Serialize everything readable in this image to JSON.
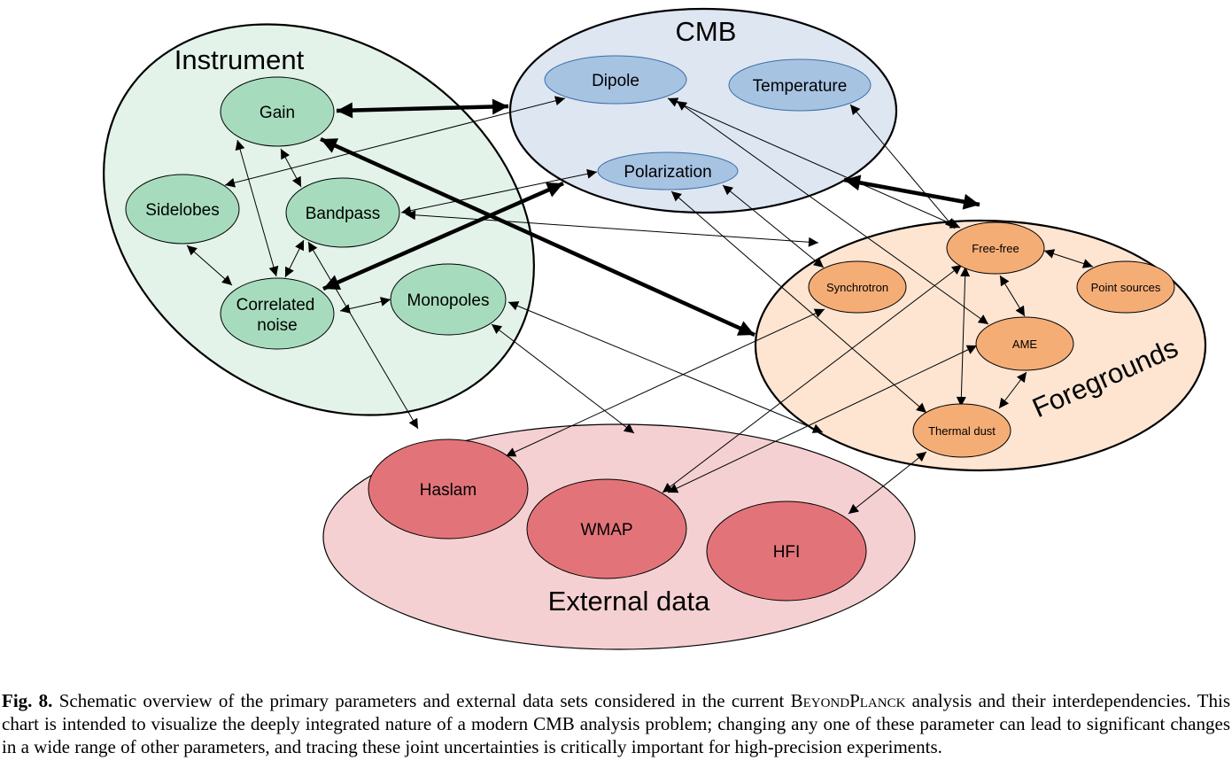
{
  "groups": {
    "instrument": "Instrument",
    "cmb": "CMB",
    "foregrounds": "Foregrounds",
    "external": "External data"
  },
  "nodes": {
    "gain": "Gain",
    "sidelobes": "Sidelobes",
    "bandpass": "Bandpass",
    "correlated_noise_1": "Correlated",
    "correlated_noise_2": "noise",
    "monopoles": "Monopoles",
    "dipole": "Dipole",
    "temperature": "Temperature",
    "polarization": "Polarization",
    "free_free": "Free-free",
    "synchrotron": "Synchrotron",
    "point_sources": "Point sources",
    "ame": "AME",
    "thermal_dust": "Thermal dust",
    "haslam": "Haslam",
    "wmap": "WMAP",
    "hfi": "HFI"
  },
  "colors": {
    "instrument_bg": "#e3f3ea",
    "instrument_node": "#a6dcbd",
    "cmb_bg": "#dde6f1",
    "cmb_node": "#a7c3e2",
    "foregrounds_bg": "#fde5d2",
    "foregrounds_node": "#f5ad76",
    "external_bg": "#f5d0d2",
    "external_node": "#e27479"
  },
  "caption": {
    "fig_label": "Fig. 8.",
    "text_1": " Schematic overview of the primary parameters and external data sets considered in the current ",
    "project_name": "BeyondPlanck",
    "text_2": " analysis and their interdependencies. This chart is intended to visualize the deeply integrated nature of a modern CMB analysis problem; changing any one of these parameter can lead to significant changes in a wide range of other parameters, and tracing these joint uncertainties is critically important for high-precision experiments."
  }
}
